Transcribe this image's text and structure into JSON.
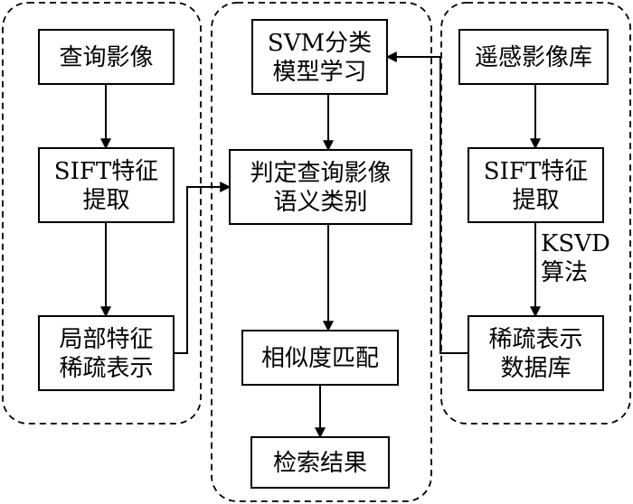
{
  "groups": [
    {
      "id": "query-group"
    },
    {
      "id": "center-group"
    },
    {
      "id": "library-group"
    }
  ],
  "nodes": [
    {
      "id": "query-image",
      "lines": [
        "查询影像"
      ]
    },
    {
      "id": "sift-left",
      "lines": [
        "SIFT特征",
        "提取"
      ]
    },
    {
      "id": "local-feature",
      "lines": [
        "局部特征",
        "稀疏表示"
      ]
    },
    {
      "id": "svm-learning",
      "lines": [
        "SVM分类",
        "模型学习"
      ]
    },
    {
      "id": "semantic-class",
      "lines": [
        "判定查询影像",
        "语义类别"
      ]
    },
    {
      "id": "similarity",
      "lines": [
        "相似度匹配"
      ]
    },
    {
      "id": "result",
      "lines": [
        "检索结果"
      ]
    },
    {
      "id": "remote-library",
      "lines": [
        "遥感影像库"
      ]
    },
    {
      "id": "sift-right",
      "lines": [
        "SIFT特征",
        "提取"
      ]
    },
    {
      "id": "sparse-db",
      "lines": [
        "稀疏表示",
        "数据库"
      ]
    }
  ],
  "edges": [
    {
      "from": "query-image",
      "to": "sift-left"
    },
    {
      "from": "sift-left",
      "to": "local-feature"
    },
    {
      "from": "local-feature",
      "to": "semantic-class"
    },
    {
      "from": "svm-learning",
      "to": "semantic-class"
    },
    {
      "from": "semantic-class",
      "to": "similarity"
    },
    {
      "from": "similarity",
      "to": "result"
    },
    {
      "from": "remote-library",
      "to": "sift-right"
    },
    {
      "from": "sift-right",
      "to": "sparse-db",
      "label": [
        "KSVD",
        "算法"
      ]
    },
    {
      "from": "sparse-db",
      "to": "svm-learning"
    }
  ]
}
